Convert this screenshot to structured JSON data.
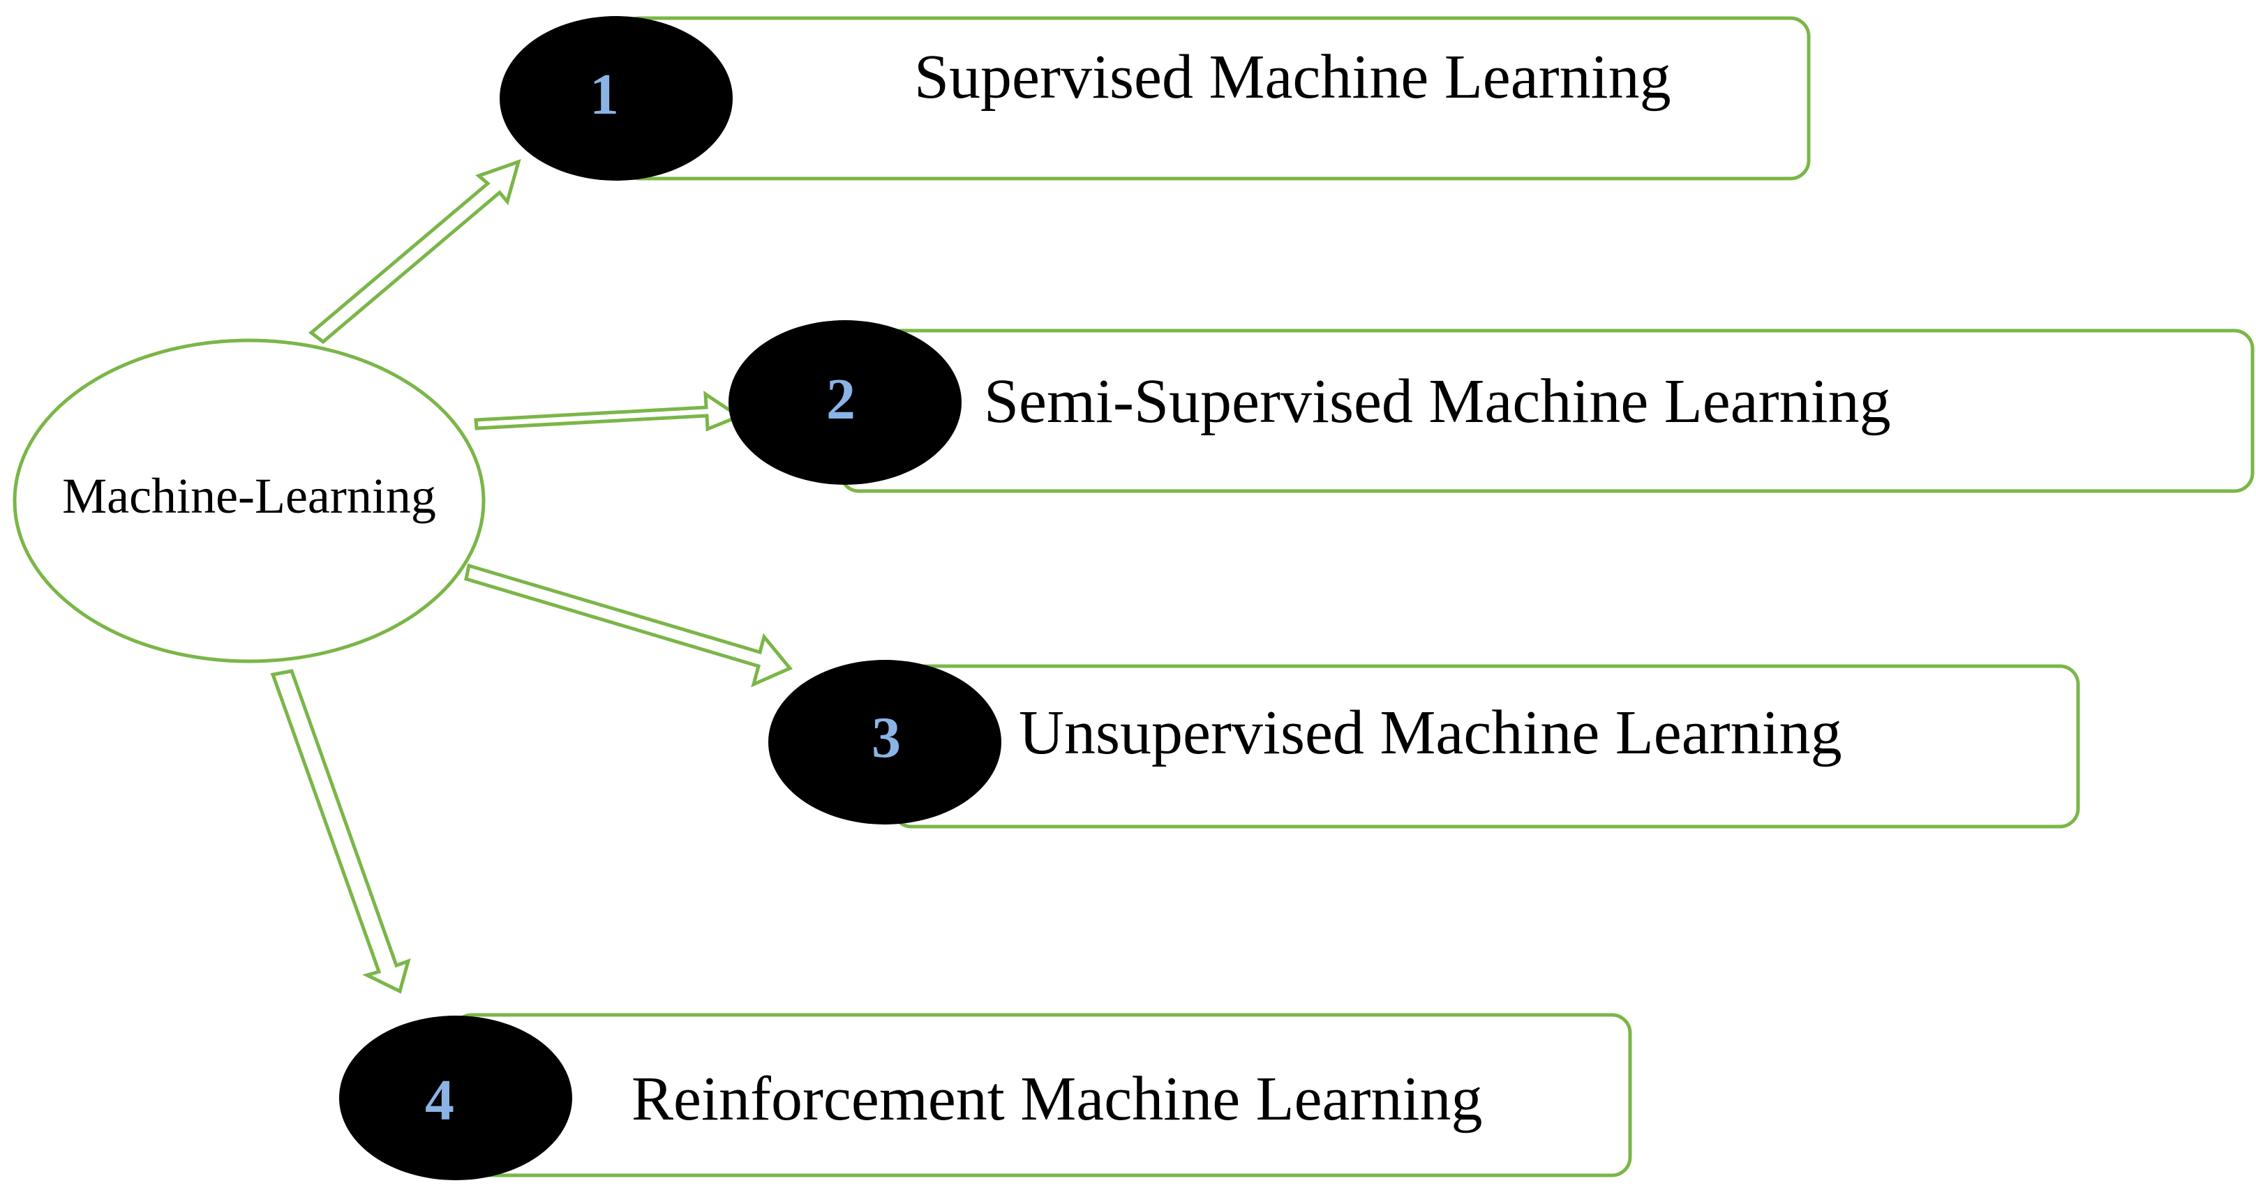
{
  "colors": {
    "outline": "#7ab648",
    "badge_fill": "#000000",
    "badge_text": "#8ab4e6",
    "text": "#000000",
    "background": "#ffffff"
  },
  "center": {
    "label": "Machine-Learning"
  },
  "items": [
    {
      "number": "1",
      "label": "Supervised Machine Learning"
    },
    {
      "number": "2",
      "label": "Semi-Supervised Machine Learning"
    },
    {
      "number": "3",
      "label": "Unsupervised Machine Learning"
    },
    {
      "number": "4",
      "label": "Reinforcement Machine Learning"
    }
  ]
}
